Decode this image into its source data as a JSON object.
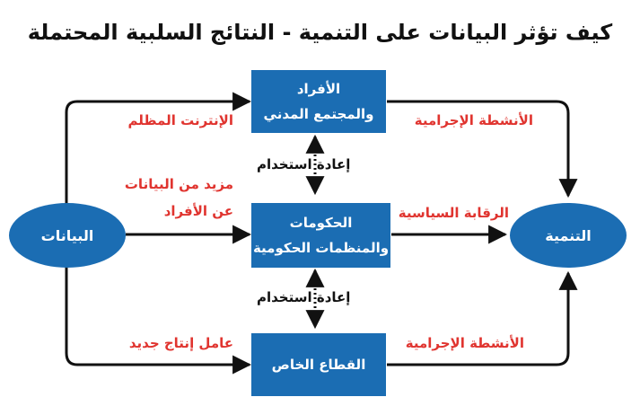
{
  "title": "كيف تؤثر البيانات على التنمية - النتائج السلبية المحتملة",
  "nodes": {
    "data": "البيانات",
    "development": "التنمية",
    "individuals": {
      "line1": "الأفراد",
      "line2": "والمجتمع المدني"
    },
    "governments": {
      "line1": "الحكومات",
      "line2": "والمنظمات الحكومية"
    },
    "private_sector": "القطاع الخاص"
  },
  "edge_labels": {
    "dark_web": "الإنترنت المظلم",
    "more_data": {
      "line1": "مزيد من البيانات",
      "line2": "عن الأفراد"
    },
    "new_production_factor": "عامل إنتاج جديد",
    "criminal_activity_top": "الأنشطة الإجرامية",
    "political_censorship": "الرقابة السياسية",
    "criminal_activity_bottom": "الأنشطة الإجرامية",
    "reuse_top": "إعادة استخدام",
    "reuse_bottom": "إعادة استخدام"
  },
  "colors": {
    "box_fill": "#1b6db3",
    "label_red": "#e0342f",
    "arrow": "#111111"
  }
}
